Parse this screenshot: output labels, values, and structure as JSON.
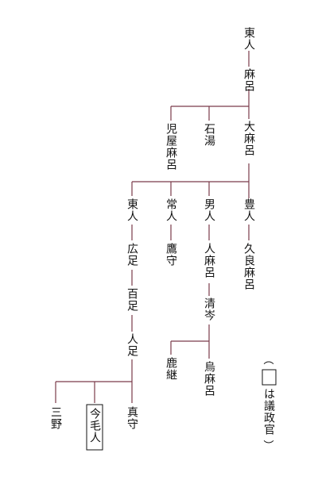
{
  "people": {
    "azumabito1": "東人",
    "maro": "麻呂",
    "koyamaro": "児屋麻呂",
    "iwayu": "石湯",
    "omaro": "大麻呂",
    "azumabito2": "東人",
    "tsunehito": "常人",
    "otohito": "男人",
    "toyohito": "豊人",
    "hirotari": "広足",
    "takamori": "鷹守",
    "hitomaro": "人麻呂",
    "kuramaro": "久良麻呂",
    "momotari": "百足",
    "kiyomine": "清岑",
    "hitotari": "人足",
    "karatsugu": "鹿継",
    "karasumaro": "烏麻呂",
    "mitsuno": "三野",
    "imaemishi": "今毛人",
    "mamori": "真守"
  },
  "legend": {
    "open": "︵",
    "text": "は議政官",
    "close": "︶"
  },
  "colors": {
    "line": "#7a3b4a",
    "text": "#111111",
    "background": "#ffffff"
  }
}
